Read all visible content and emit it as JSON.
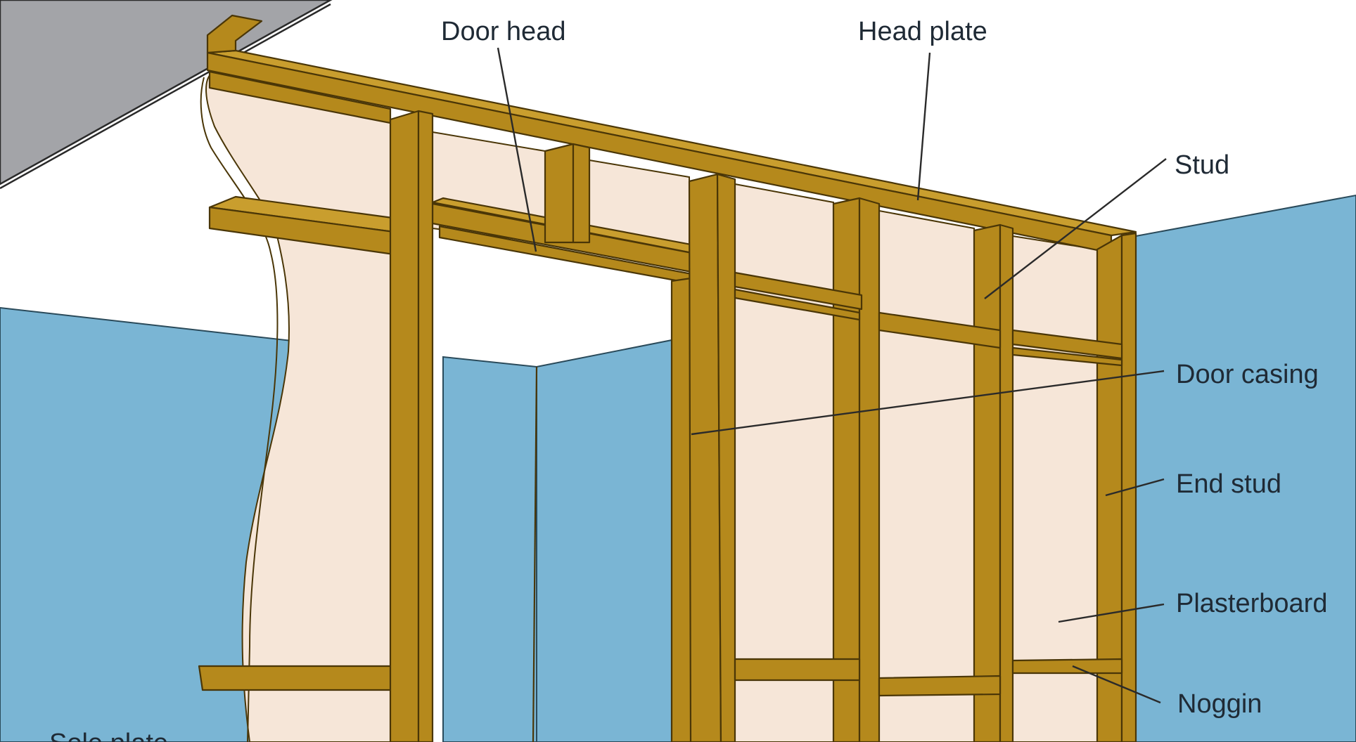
{
  "diagram": {
    "labels": {
      "door_head": "Door head",
      "head_plate": "Head plate",
      "stud": "Stud",
      "door_casing": "Door casing",
      "end_stud": "End stud",
      "plasterboard": "Plasterboard",
      "noggin": "Noggin",
      "sole_plate_partial": "Sole plate"
    },
    "colors": {
      "timber": "#b5891c",
      "plasterboard": "#f6e6d8",
      "wall": "#7ab5d4",
      "ceiling": "#a3a4a8",
      "background": "#ffffff"
    }
  }
}
